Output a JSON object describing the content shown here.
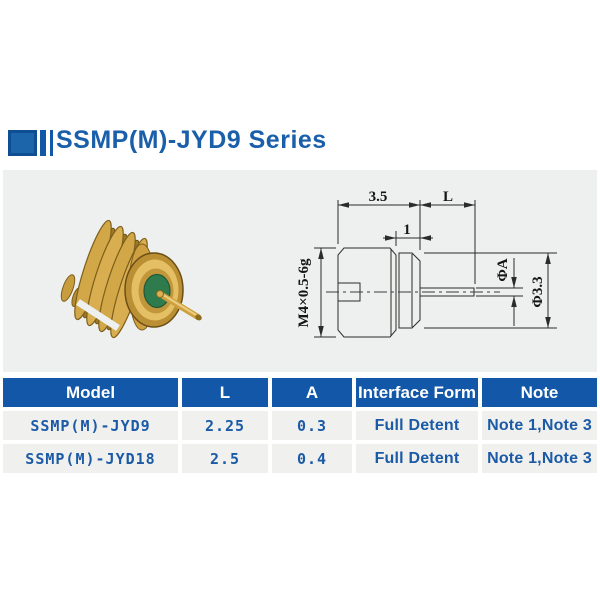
{
  "page": {
    "title": "SSMP(M)-JYD9 Series"
  },
  "drawing": {
    "dim_body_length": "3.5",
    "dim_pin_length": "L",
    "dim_neck_length": "1",
    "dim_thread_spec": "M4×0.5-6g",
    "dim_pin_diameter": "ΦA",
    "dim_body_diameter": "Φ3.3"
  },
  "table": {
    "headers": [
      "Model",
      "L",
      "A",
      "Interface Form",
      "Note"
    ],
    "rows": [
      {
        "model": "SSMP(M)-JYD9",
        "l": "2.25",
        "a": "0.3",
        "interface_form": "Full Detent",
        "note": "Note 1,Note 3"
      },
      {
        "model": "SSMP(M)-JYD18",
        "l": "2.5",
        "a": "0.4",
        "interface_form": "Full Detent",
        "note": "Note 1,Note 3"
      }
    ]
  },
  "colors": {
    "accent_blue": "#1257a8",
    "title_blue": "#1a5fa9",
    "text_blue": "#1b5aa6",
    "panel_bg": "#edf0ee",
    "row_bg": "#f0f1ee",
    "gold": "#d2a747",
    "green": "#2e7b4d"
  }
}
